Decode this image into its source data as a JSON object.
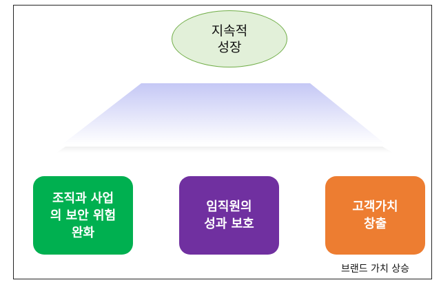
{
  "top_goal": "지속적\n성장",
  "pillars": [
    {
      "label": "조직과 사업\n의 보안 위험\n완화",
      "color": "#00b050"
    },
    {
      "label": "임직원의\n성과 보호",
      "color": "#7030a0"
    },
    {
      "label": "고객가치\n창출",
      "color": "#ed7d31"
    }
  ],
  "caption": "브랜드 가치 상승"
}
